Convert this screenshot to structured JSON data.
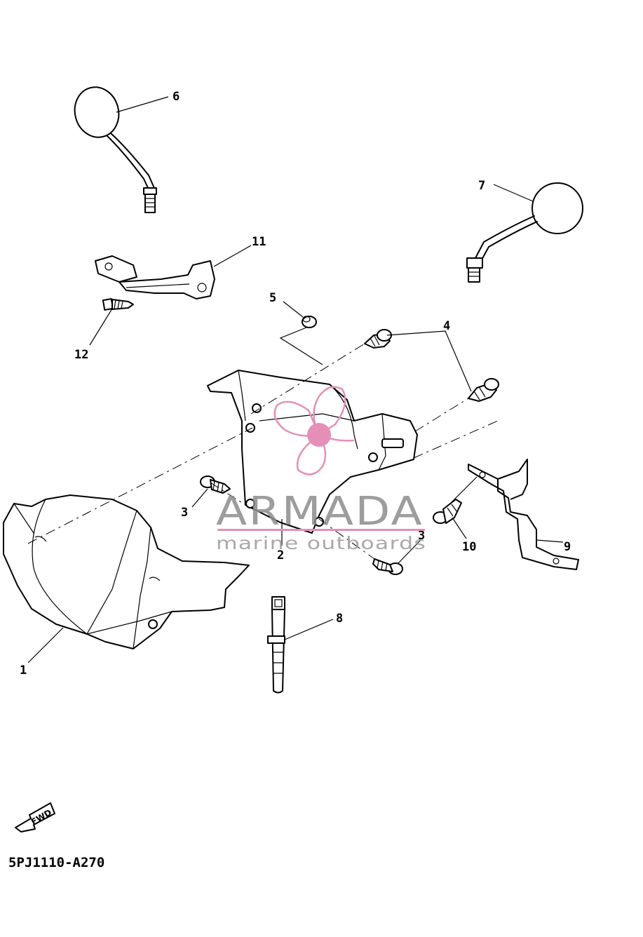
{
  "diagram": {
    "callouts": [
      "1",
      "2",
      "3",
      "3",
      "4",
      "5",
      "6",
      "7",
      "8",
      "9",
      "10",
      "11",
      "12"
    ],
    "drawing_code": "5PJ1110-A270",
    "direction_label": "FWD"
  },
  "watermark": {
    "brand": "ARMADA",
    "tagline": "marine outboards",
    "accent_color": "#e58fb8",
    "text_color": "#8c8c8c"
  }
}
